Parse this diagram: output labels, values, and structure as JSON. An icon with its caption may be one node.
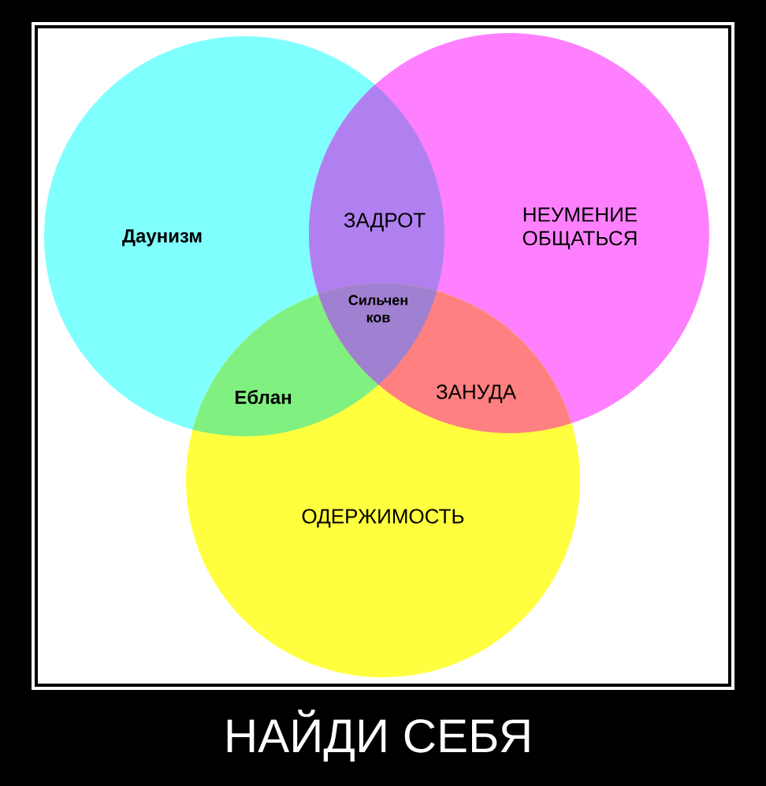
{
  "diagram": {
    "title": "НАЙДИ СЕБЯ",
    "labels": [
      "ЗАДРОТ",
      "НЕУМЕНИЕ ОБЩАТЬСЯ",
      "Даунизм",
      "Сильчен ков",
      "Еблан",
      "ЗАНУДА",
      "ОДЕРЖИМОСТЬ"
    ]
  }
}
